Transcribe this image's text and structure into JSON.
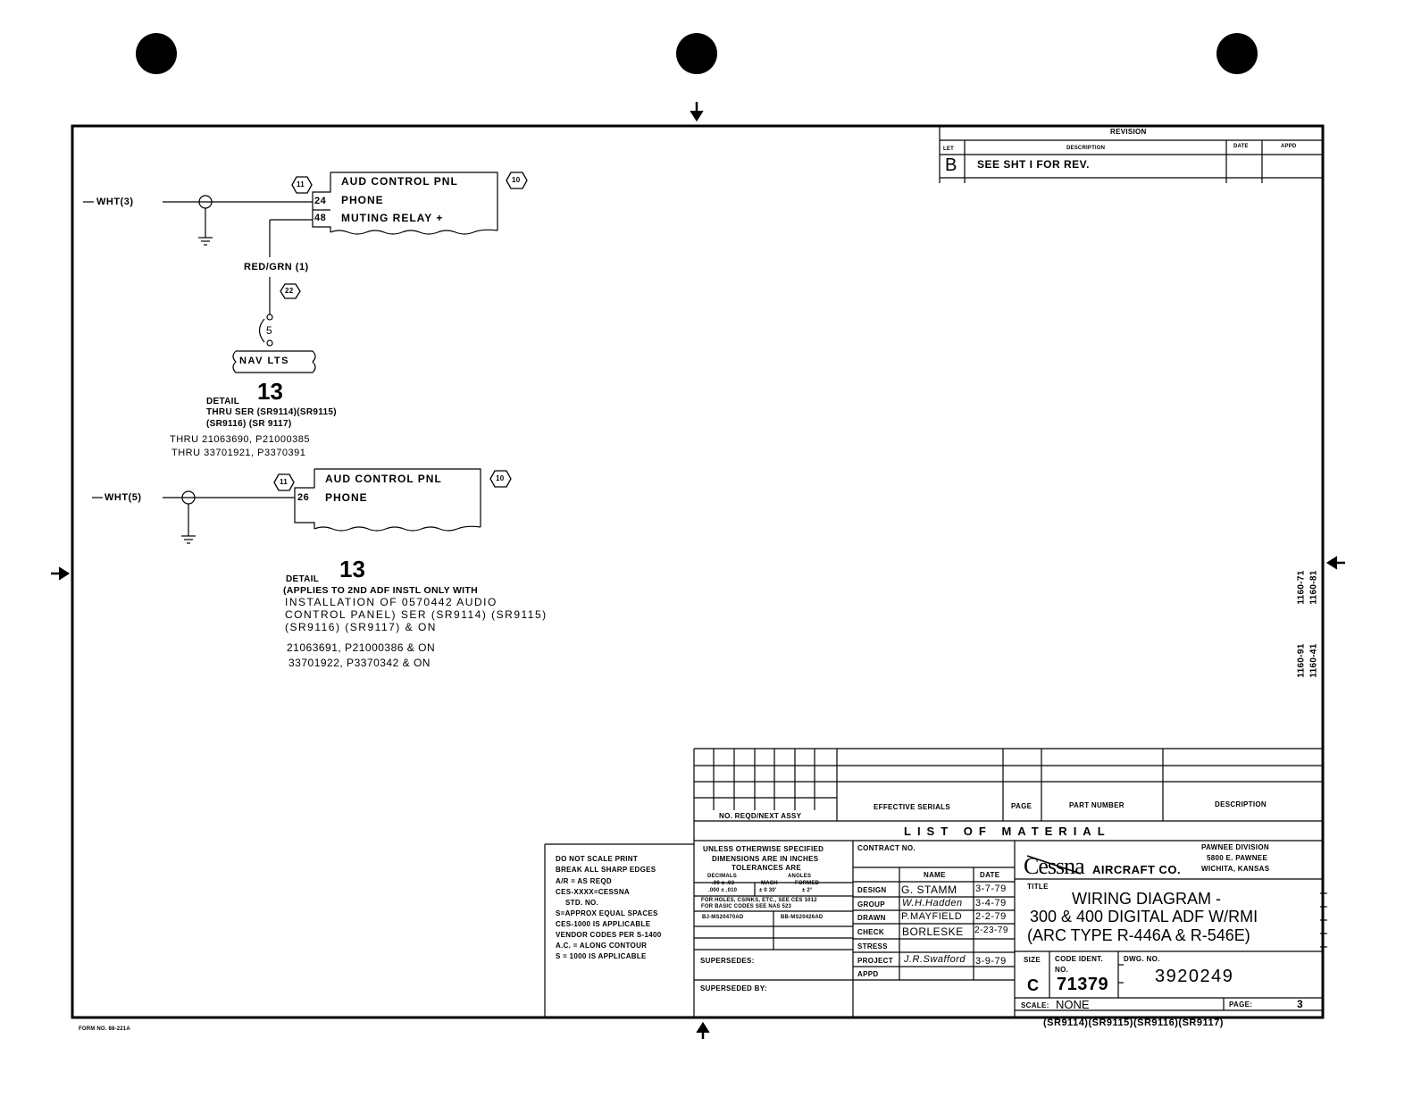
{
  "revision": {
    "header": "REVISION",
    "columns": [
      "LET",
      "DESCRIPTION",
      "DATE",
      "APPD"
    ],
    "rows": [
      {
        "let": "B",
        "description": "SEE SHT I FOR REV.",
        "date": "",
        "appd": ""
      }
    ]
  },
  "detail_a": {
    "wire": "WHT(3)",
    "pnl_ref": "11",
    "pnl_ref2": "10",
    "panel_title": "AUD CONTROL PNL",
    "pins": [
      {
        "num": "24",
        "label": "PHONE"
      },
      {
        "num": "48",
        "label": "MUTING RELAY +"
      }
    ],
    "wire2": "RED/GRN (1)",
    "conn_pin": "5",
    "conn_ref": "22",
    "nav_label": "NAV LTS",
    "detail_word": "DETAIL",
    "detail_num": "13",
    "line1": "THRU SER (SR9114)(SR9115)",
    "line2": "(SR9116) (SR 9117)",
    "line3": "THRU 21063690, P21000385",
    "line4": "THRU 33701921, P3370391"
  },
  "detail_b": {
    "wire": "WHT(5)",
    "pnl_ref": "11",
    "pnl_ref2": "10",
    "panel_title": "AUD CONTROL PNL",
    "pins": [
      {
        "num": "26",
        "label": "PHONE"
      }
    ],
    "detail_word": "DETAIL",
    "detail_num": "13",
    "line1": "(APPLIES TO 2ND ADF INSTL ONLY WITH",
    "line2": "INSTALLATION OF 0570442 AUDIO",
    "line3": "CONTROL PANEL) SER (SR9114) (SR9115)",
    "line4": "(SR9116) (SR9117) & ON",
    "line5": "21063691, P21000386 & ON",
    "line6": "33701922, P3370342 & ON"
  },
  "side_codes": [
    "1160-71",
    "1160-81",
    "1160-91",
    "1160-41"
  ],
  "list_of_material": {
    "title": "LIST OF MATERIAL",
    "qty_header": "NO. REQD/NEXT ASSY",
    "headers": [
      "EFFECTIVE SERIALS",
      "PAGE",
      "PART NUMBER",
      "DESCRIPTION"
    ]
  },
  "notes": [
    "DO NOT SCALE PRINT",
    "BREAK ALL SHARP EDGES",
    "A/R = AS REQD",
    "CES-XXXX=CESSNA",
    "STD. NO.",
    "S=APPROX EQUAL SPACES",
    "CES-1000 IS APPLICABLE",
    "VENDOR CODES PER S-1400",
    "A.C. = ALONG CONTOUR",
    "S = 1000 IS APPLICABLE"
  ],
  "tolerances": {
    "l1": "UNLESS OTHERWISE SPECIFIED",
    "l2": "DIMENSIONS ARE IN INCHES",
    "l3": "TOLERANCES ARE",
    "decimals": "DECIMALS",
    "angles": "ANGLES",
    "d1": ".00 ± .03",
    "d2": ".000 ± .010",
    "mach": "MACH",
    "formed": "FORMED",
    "a1": "± 0 30'",
    "a2": "± 2°",
    "holes1": "FOR HOLES, CSINKS, ETC., SEE CES 1012",
    "holes2": "FOR BASIC CODES SEE NAS 523",
    "code_a": "BJ-MS20470AD",
    "code_b": "BB-MS20426AD",
    "supersedes": "SUPERSEDES:",
    "superseded_by": "SUPERSEDED BY:"
  },
  "approvals": {
    "contract": "CONTRACT NO.",
    "name_hdr": "NAME",
    "date_hdr": "DATE",
    "rows": [
      {
        "role": "DESIGN",
        "name": "G. STAMM",
        "date": "3-7-79"
      },
      {
        "role": "GROUP",
        "name": "W.H.Hadden",
        "date": "3-4-79"
      },
      {
        "role": "DRAWN",
        "name": "P.MAYFIELD",
        "date": "2-2-79"
      },
      {
        "role": "CHECK",
        "name": "BORLESKE",
        "date": "2-23-79"
      },
      {
        "role": "STRESS",
        "name": "",
        "date": ""
      },
      {
        "role": "PROJECT",
        "name": "J.R.Swafford",
        "date": "3-9-79"
      },
      {
        "role": "APPD",
        "name": "",
        "date": ""
      }
    ]
  },
  "company": {
    "logo": "Cessna",
    "name": "AIRCRAFT CO.",
    "div1": "PAWNEE DIVISION",
    "div2": "5800 E. PAWNEE",
    "div3": "WICHITA, KANSAS"
  },
  "title_block": {
    "title_label": "TITLE",
    "l1": "WIRING DIAGRAM -",
    "l2": "300 & 400 DIGITAL ADF W/RMI",
    "l3": "(ARC TYPE R-446A & R-546E)",
    "size_label": "SIZE",
    "size": "C",
    "code_label": "CODE IDENT.",
    "code_no": "NO.",
    "code": "71379",
    "dwg_label": "DWG. NO.",
    "dwg": "3920249",
    "scale_label": "SCALE:",
    "scale": "NONE",
    "page_label": "PAGE:",
    "page": "3"
  },
  "bottom_serials": "(SR9114)(SR9115)(SR9116)(SR9117)",
  "form_no": "FORM NO. 88-221A"
}
